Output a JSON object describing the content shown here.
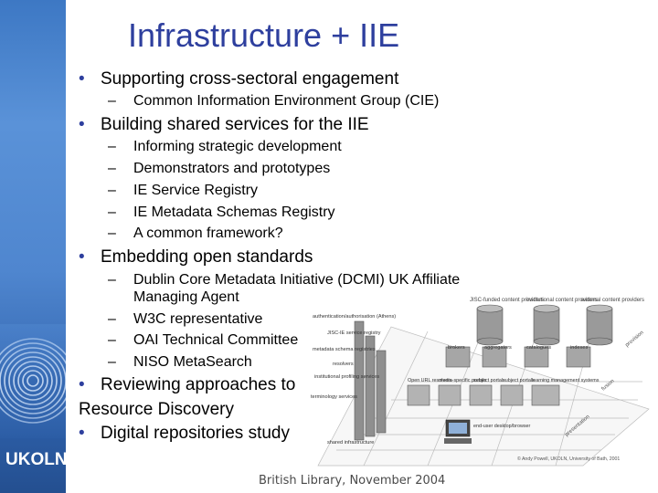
{
  "slide": {
    "title": "Infrastructure + IIE",
    "footer": "British Library, November 2004",
    "logo_text": "UKOLN"
  },
  "content": {
    "b1": "Supporting cross-sectoral engagement",
    "b1_s1": "Common Information Environment Group (CIE)",
    "b2": "Building shared services for the IIE",
    "b2_s1": "Informing strategic development",
    "b2_s2": "Demonstrators and prototypes",
    "b2_s3": "IE Service Registry",
    "b2_s4": "IE Metadata Schemas Registry",
    "b2_s5": "A common framework?",
    "b3": "Embedding open standards",
    "b3_s1a": "Dublin Core Metadata Initiative (DCMI) UK Affiliate",
    "b3_s1b": "Managing Agent",
    "b3_s2": "W3C representative",
    "b3_s3": "OAI Technical Committee",
    "b3_s4": "NISO MetaSearch",
    "b4a": "Reviewing approaches to",
    "b4b": "Resource Discovery",
    "b5": "Digital repositories study",
    "bullet_char": "•",
    "dash_char": "–"
  },
  "diagram": {
    "top_labels": [
      "JISC-funded content providers",
      "institutional content providers",
      "external content providers"
    ],
    "left_labels": [
      "authentication/authorisation (Athens)",
      "JISC-IE service registry",
      "metadata schema registries",
      "resolvers",
      "institutional profiling services",
      "terminology services"
    ],
    "mid_labels": [
      "brokers",
      "aggregators",
      "catalogues",
      "indexes"
    ],
    "bottom_labels": [
      "Open URL resolvers",
      "media-specific portals",
      "subject portals",
      "subject portals",
      "learning management systems"
    ],
    "footer_labels": [
      "shared infrastructure",
      "end-user desktop/browser"
    ],
    "side_labels": [
      "provision",
      "fusion",
      "presentation"
    ],
    "credit": "© Andy Powell, UKOLN, University of Bath, 2001"
  }
}
